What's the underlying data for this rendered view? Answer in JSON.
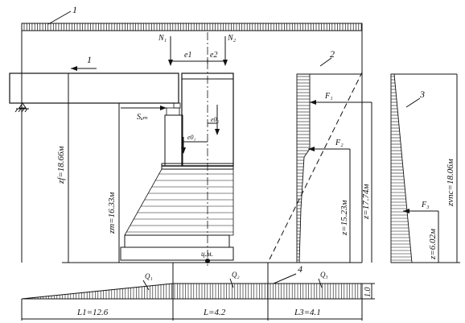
{
  "callouts": {
    "c1_top": "1",
    "c1_mid": "1",
    "c2": "2",
    "c3": "3",
    "c4": "4"
  },
  "forces": {
    "n_left": "N₁",
    "n_right": "N₂",
    "e1": "e1",
    "e2": "e2",
    "s": "Sᵤₘ",
    "e0l": "e0₁",
    "e0r": "e0₂",
    "f1": "F₁",
    "f2": "F₂",
    "f3": "F₃",
    "q1": "Q₁",
    "q2": "Q₂",
    "q3": "Q₃",
    "cm": "ц.м."
  },
  "dimensions": {
    "zf": "zf=18.66м",
    "zm": "zm=16.33м",
    "z1": "z=17.74м",
    "z2": "z=15.23м",
    "z3": "z=6.02м",
    "zvnc": "zvnc=18.06м",
    "t": "1.0",
    "L1": "L1=12.6",
    "L": "L=4.2",
    "L3": "L3=4.1"
  }
}
